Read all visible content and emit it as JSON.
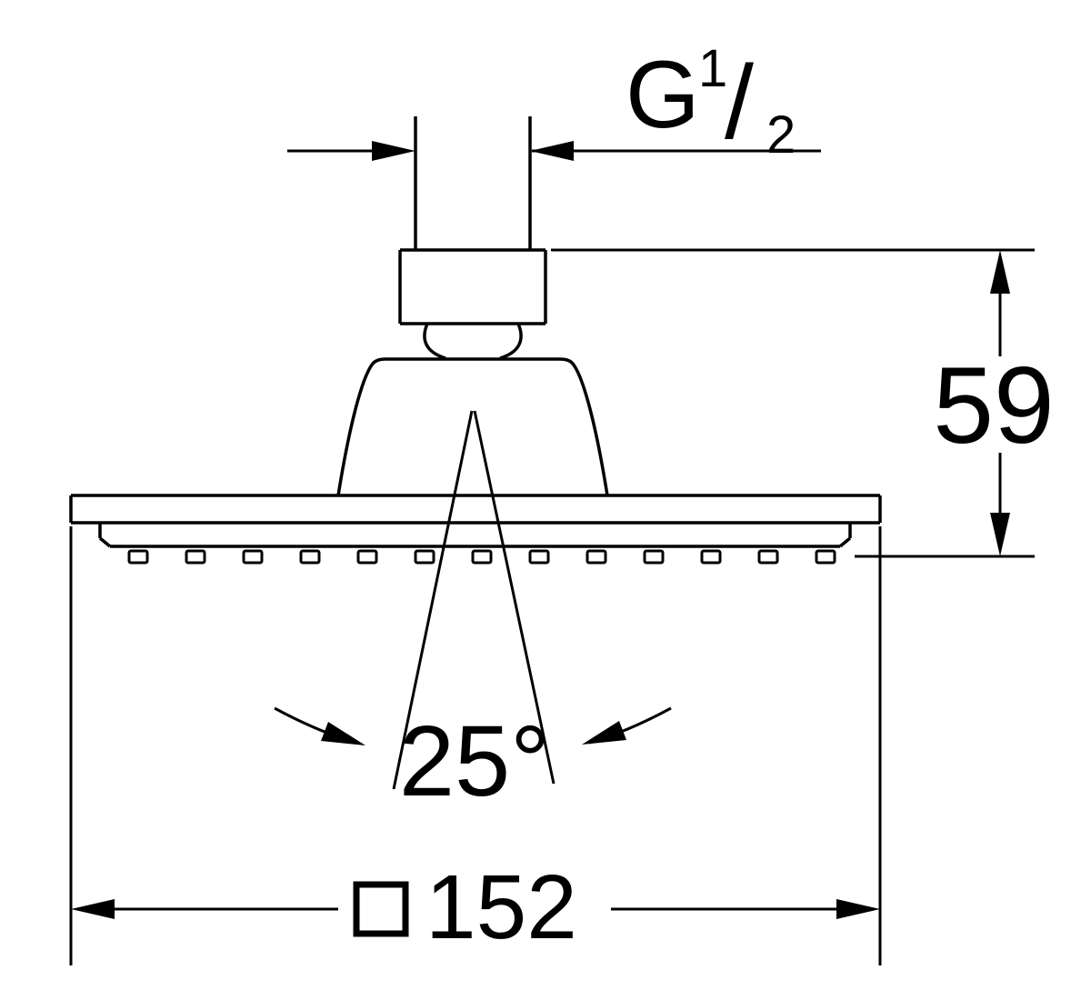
{
  "labels": {
    "thread_size": {
      "prefix": "G",
      "numerator": "1",
      "fraction_slash": "/",
      "denominator": "2"
    },
    "height_mm": "59",
    "tilt_angle": "25°",
    "width_mm": "152",
    "width_symbol": "square"
  },
  "colors": {
    "line": "#000000",
    "background": "#ffffff"
  }
}
